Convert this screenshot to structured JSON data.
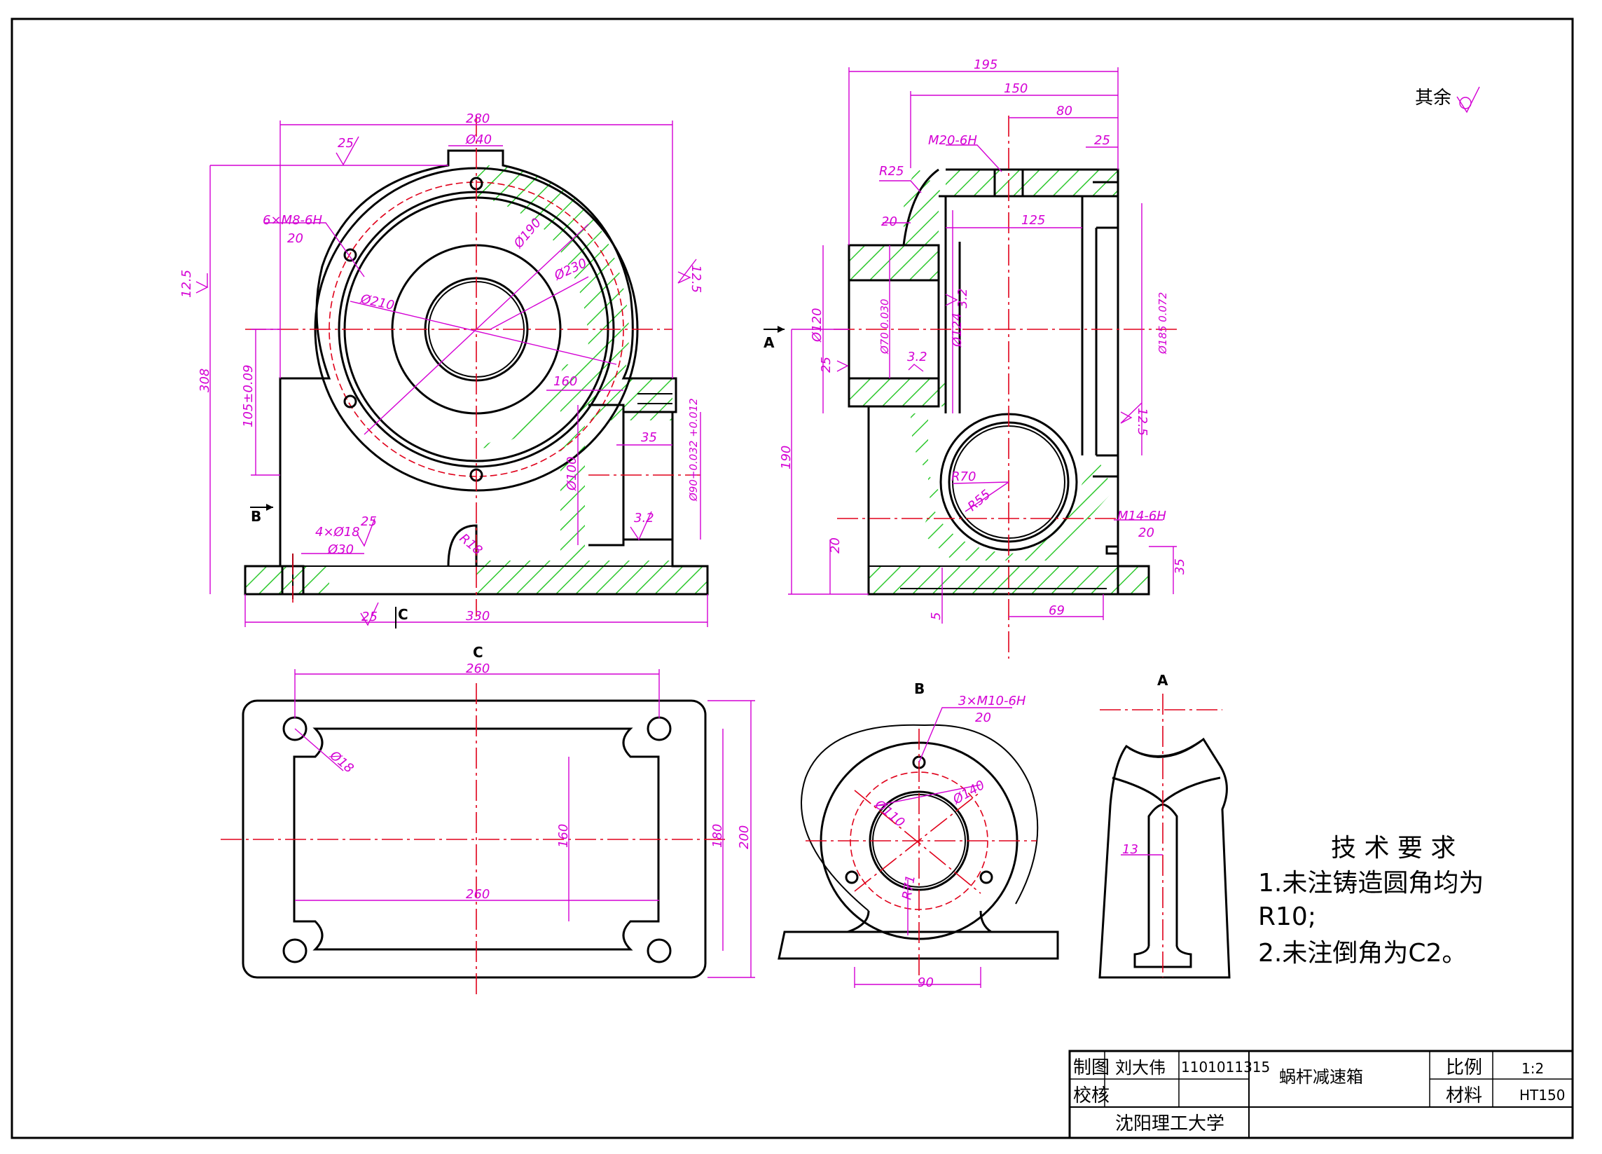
{
  "roughness_note": "其余",
  "main_view": {
    "dims": [
      "280",
      "Ø40",
      "25",
      "6×M8-6H",
      "20",
      "Ø190",
      "Ø230",
      "Ø210",
      "12.5",
      "12.5",
      "308",
      "105±0.09",
      "160",
      "35",
      "Ø100",
      "Ø90+0.032 +0.012",
      "3.2",
      "R18",
      "4×Ø18",
      "Ø30",
      "25",
      "330",
      "25"
    ],
    "section_marks": {
      "left": "B",
      "bottom": "C"
    }
  },
  "side_view": {
    "dims": [
      "195",
      "150",
      "80",
      "M20-6H",
      "25",
      "R25",
      "20",
      "125",
      "Ø120",
      "Ø70 0.030",
      "Ø124",
      "3.2",
      "3.2",
      "Ø185 0.072",
      "25",
      "12.5",
      "190",
      "R70",
      "R55",
      "M14-6H",
      "20",
      "20",
      "35",
      "5",
      "69"
    ],
    "section_mark": "A"
  },
  "view_c": {
    "title": "C",
    "dims": [
      "260",
      "Ø18",
      "160",
      "180",
      "200",
      "260"
    ]
  },
  "view_b": {
    "title": "B",
    "dims": [
      "3×M10-6H",
      "20",
      "Ø110",
      "Ø140",
      "R71",
      "90"
    ]
  },
  "view_a": {
    "title": "A",
    "dims": [
      "13"
    ]
  },
  "tech_requirements": {
    "title": "技 术 要 求",
    "lines": [
      "1.未注铸造圆角均为",
      "R10;",
      "2.未注倒角为C2。"
    ]
  },
  "title_block": {
    "drawn_label": "制图",
    "drawn_name": "刘大伟",
    "drawn_id": "1101011315",
    "check_label": "校核",
    "part_name": "蜗杆减速箱",
    "scale_label": "比例",
    "scale": "1:2",
    "material_label": "材料",
    "material": "HT150",
    "school": "沈阳理工大学"
  },
  "colors": {
    "outline": "#000000",
    "dimension": "#d400d4",
    "centerline": "#e0001a",
    "hatch": "#2ec82e"
  }
}
